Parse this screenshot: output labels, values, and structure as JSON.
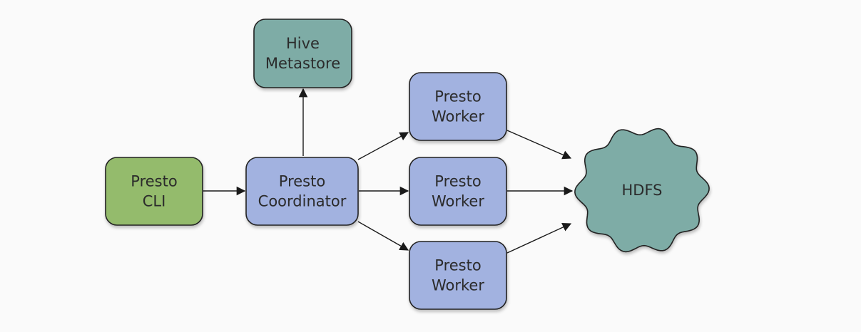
{
  "colors": {
    "background": "#fafafa",
    "cli": "#94bb6c",
    "presto": "#a2b2e0",
    "metastore": "#7eaca6",
    "hdfs": "#7eaca6"
  },
  "nodes": {
    "hive_metastore": {
      "lines": [
        "Hive",
        "Metastore"
      ]
    },
    "presto_cli": {
      "lines": [
        "Presto",
        "CLI"
      ]
    },
    "presto_coordinator": {
      "lines": [
        "Presto",
        "Coordinator"
      ]
    },
    "presto_worker_1": {
      "lines": [
        "Presto",
        "Worker"
      ]
    },
    "presto_worker_2": {
      "lines": [
        "Presto",
        "Worker"
      ]
    },
    "presto_worker_3": {
      "lines": [
        "Presto",
        "Worker"
      ]
    },
    "hdfs": {
      "lines": [
        "HDFS"
      ]
    }
  },
  "edges": [
    {
      "from": "presto_cli",
      "to": "presto_coordinator"
    },
    {
      "from": "presto_coordinator",
      "to": "hive_metastore"
    },
    {
      "from": "presto_coordinator",
      "to": "presto_worker_1"
    },
    {
      "from": "presto_coordinator",
      "to": "presto_worker_2"
    },
    {
      "from": "presto_coordinator",
      "to": "presto_worker_3"
    },
    {
      "from": "presto_worker_1",
      "to": "hdfs"
    },
    {
      "from": "presto_worker_2",
      "to": "hdfs"
    },
    {
      "from": "presto_worker_3",
      "to": "hdfs"
    }
  ]
}
